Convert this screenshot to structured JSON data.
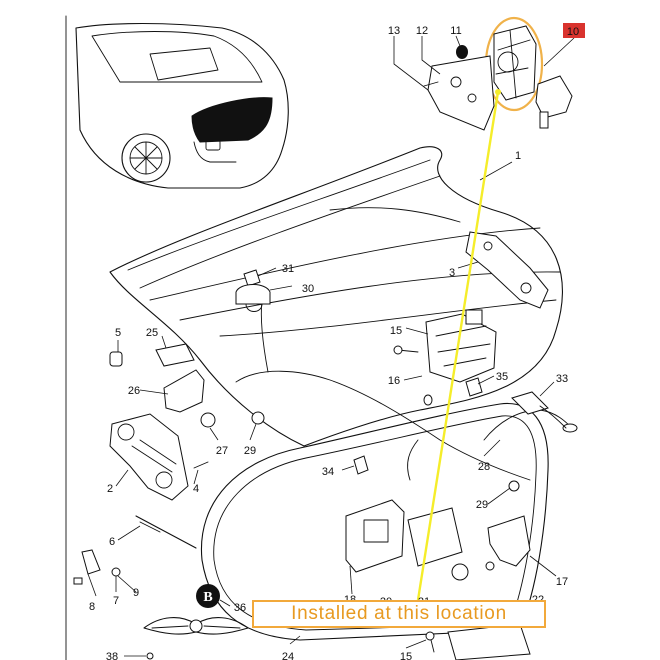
{
  "caption": "Installed at this location",
  "colors": {
    "caption_text": "#e89a21",
    "caption_border": "#f2a93b",
    "callout": "#f5ed2a",
    "highlight_oval": "#f0b24a",
    "part_10_badge": "#d9332e"
  },
  "parts": {
    "p1": "1",
    "p2": "2",
    "p3": "3",
    "p4": "4",
    "p5": "5",
    "p6": "6",
    "p7": "7",
    "p8": "8",
    "p9": "9",
    "p10": "10",
    "p11": "11",
    "p12": "12",
    "p13": "13",
    "p15a": "15",
    "p15b": "15",
    "p16": "16",
    "p17": "17",
    "p18": "18",
    "p20": "20",
    "p21": "21",
    "p22": "22",
    "p24": "24",
    "p25": "25",
    "p26": "26",
    "p27": "27",
    "p28": "28",
    "p29a": "29",
    "p29b": "29",
    "p30": "30",
    "p31": "31",
    "p33": "33",
    "p34": "34",
    "p35": "35",
    "p36": "36",
    "p38": "38"
  },
  "logo_letter": "B"
}
